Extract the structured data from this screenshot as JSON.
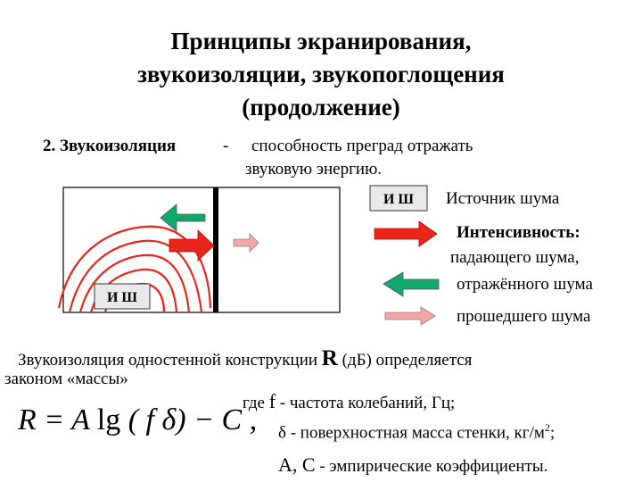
{
  "title": {
    "line1": "Принципы экранирования,",
    "line2": "звукоизоляции, звукопоглощения",
    "line3": "(продолжение)"
  },
  "definition": {
    "term": "2. Звукоизоляция",
    "dash": "-",
    "text_line1": "способность преград отражать",
    "text_line2": "звуковую энергию."
  },
  "diagram": {
    "source_tag_top": "И Ш",
    "source_tag_left": "И Ш"
  },
  "legend": {
    "source": "Источник шума",
    "intensity_header": "Интенсивность:",
    "incident": "падающего шума,",
    "reflected": "отражённого шума",
    "transmitted": "прошедшего шума"
  },
  "law": {
    "line1_before": "Звукоизоляция одностенной конструкции",
    "symbol_R": "R",
    "line1_after": "(дБ) определяется",
    "line2": "законом «массы»"
  },
  "formula": {
    "lhs": "R = A",
    "lg": "lg",
    "args": "( f δ) − C ,"
  },
  "explanation": {
    "where_prefix": "где",
    "f_symbol": "f",
    "f_text": "- частота колебаний, Гц;",
    "delta_text": "δ - поверхностная масса стенки, кг/м",
    "delta_sup": "2",
    "delta_end": ";",
    "ac_symbol": "A, C",
    "ac_text": "- эмпирические коэффициенты."
  },
  "colors": {
    "incident_arrow": "#e8261c",
    "reflected_arrow": "#10a86b",
    "transmitted_arrow": "#f6a6a6",
    "wave_lines": "#e8261c",
    "wall": "#000000"
  }
}
